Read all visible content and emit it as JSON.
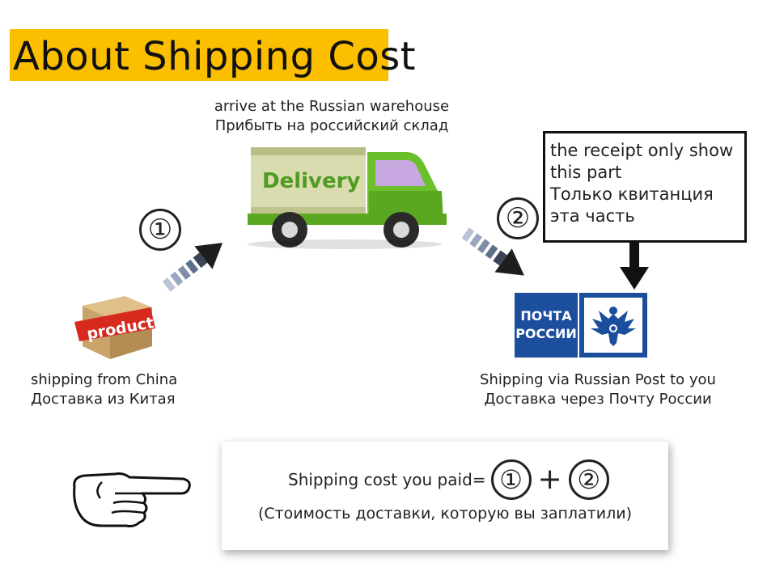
{
  "title": "About Shipping Cost",
  "steps": {
    "one": "①",
    "two": "②"
  },
  "warehouse": {
    "line1": "arrive at the Russian warehouse",
    "line2": "Прибыть на российский склад"
  },
  "truck": {
    "label": "Delivery"
  },
  "product": {
    "label": "product"
  },
  "origin": {
    "line1": "shipping from China",
    "line2": "Доставка из Китая"
  },
  "receipt_note": {
    "line1": "the receipt only show",
    "line2": "this part",
    "line3": "Только квитанция",
    "line4": "эта часть"
  },
  "russian_post": {
    "logo_line1": "ПОЧТА",
    "logo_line2": "РОССИИ",
    "line1": "Shipping via Russian Post to you",
    "line2": "Доставка через Почту России"
  },
  "formula": {
    "text": "Shipping cost you paid=",
    "term1": "①",
    "plus": "+",
    "term2": "②",
    "subtitle": "(Стоимость доставки, которую вы заплатили)"
  },
  "colors": {
    "title_bg": "#fcbf00",
    "truck_green": "#6bbf2a",
    "post_blue": "#1c4e9e",
    "product_red": "#d62a1e",
    "box_tan": "#c9a46a"
  },
  "icons": [
    "product-box-icon",
    "delivery-truck-icon",
    "arrow-up-right-icon",
    "arrow-down-right-icon",
    "arrow-down-icon",
    "russian-post-eagle-icon",
    "pointing-hand-icon"
  ]
}
